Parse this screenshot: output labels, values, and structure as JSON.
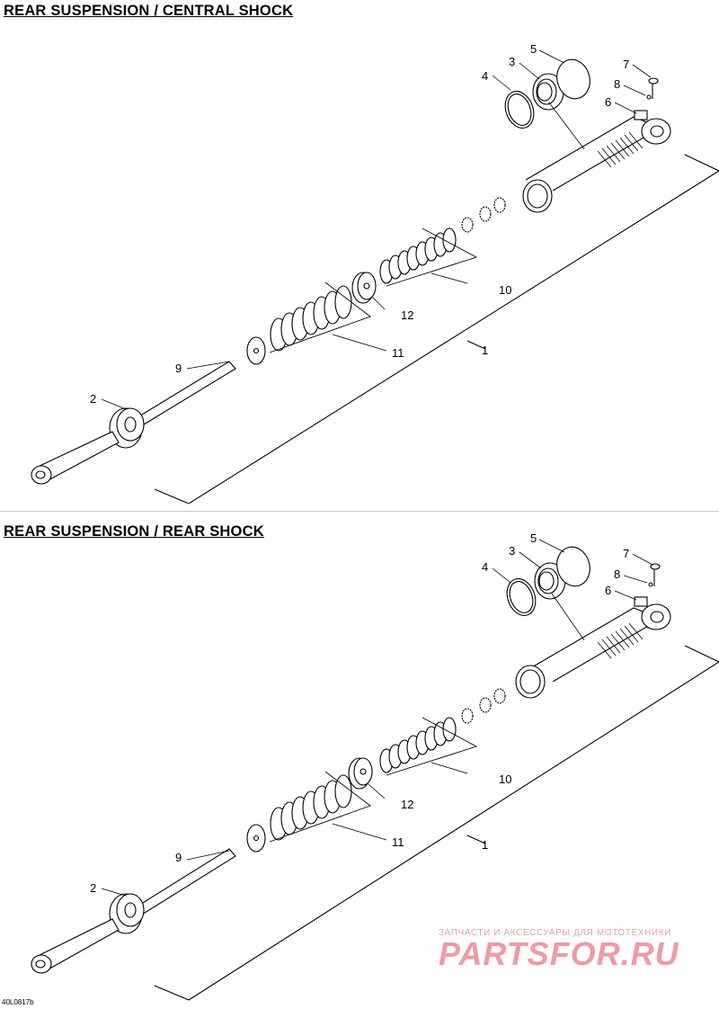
{
  "diagrams": [
    {
      "title": "REAR SUSPENSION / CENTRAL SHOCK",
      "callouts": {
        "p1": "1",
        "p2": "2",
        "p3": "3",
        "p4": "4",
        "p5": "5",
        "p6": "6",
        "p7": "7",
        "p8": "8",
        "p9": "9",
        "p10": "10",
        "p11": "11",
        "p12": "12"
      }
    },
    {
      "title": "REAR SUSPENSION / REAR SHOCK",
      "callouts": {
        "p1": "1",
        "p2": "2",
        "p3": "3",
        "p4": "4",
        "p5": "5",
        "p6": "6",
        "p7": "7",
        "p8": "8",
        "p9": "9",
        "p10": "10",
        "p11": "11",
        "p12": "12"
      }
    }
  ],
  "drawing_code": "40L0817b",
  "watermark": {
    "tagline": "ЗАПЧАСТИ И АКСЕССУАРЫ ДЛЯ МОТОТЕХНИКИ",
    "logo": "PARTSFOR.RU"
  }
}
